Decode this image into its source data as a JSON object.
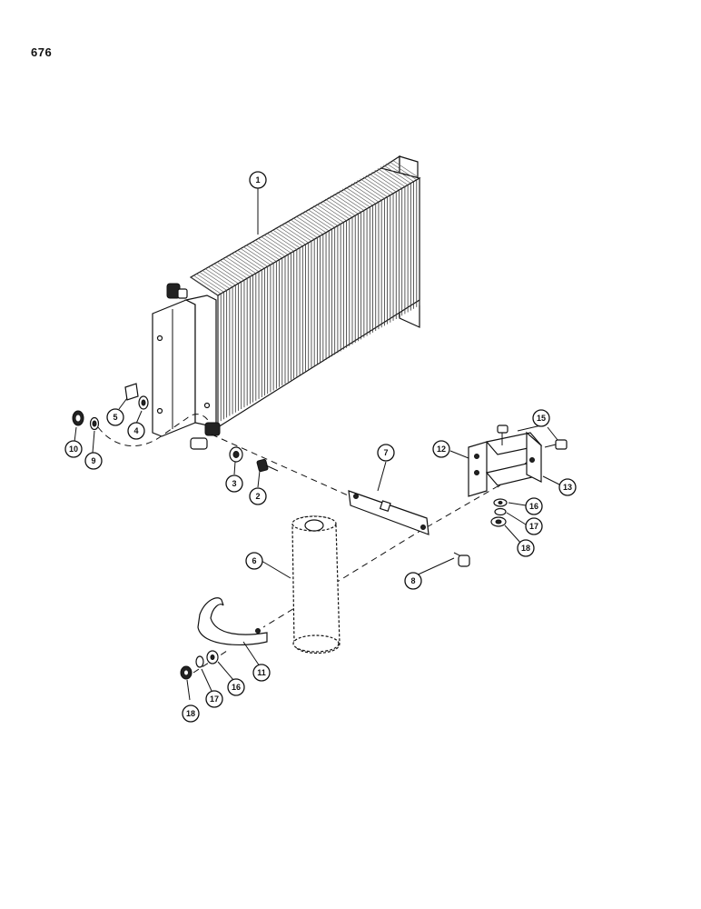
{
  "page": {
    "number": "676"
  },
  "callouts": [
    "1",
    "2",
    "3",
    "4",
    "5",
    "6",
    "7",
    "8",
    "9",
    "10",
    "11",
    "12",
    "13",
    "15",
    "16",
    "17",
    "18",
    "18",
    "17",
    "16"
  ],
  "icons": {
    "condenser": "condenser-core-icon",
    "receiver_drier": "receiver-drier-icon",
    "clamp": "mounting-strap-icon",
    "bracket": "bracket-icon"
  },
  "colors": {
    "ink": "#111111",
    "paper": "#ffffff"
  }
}
